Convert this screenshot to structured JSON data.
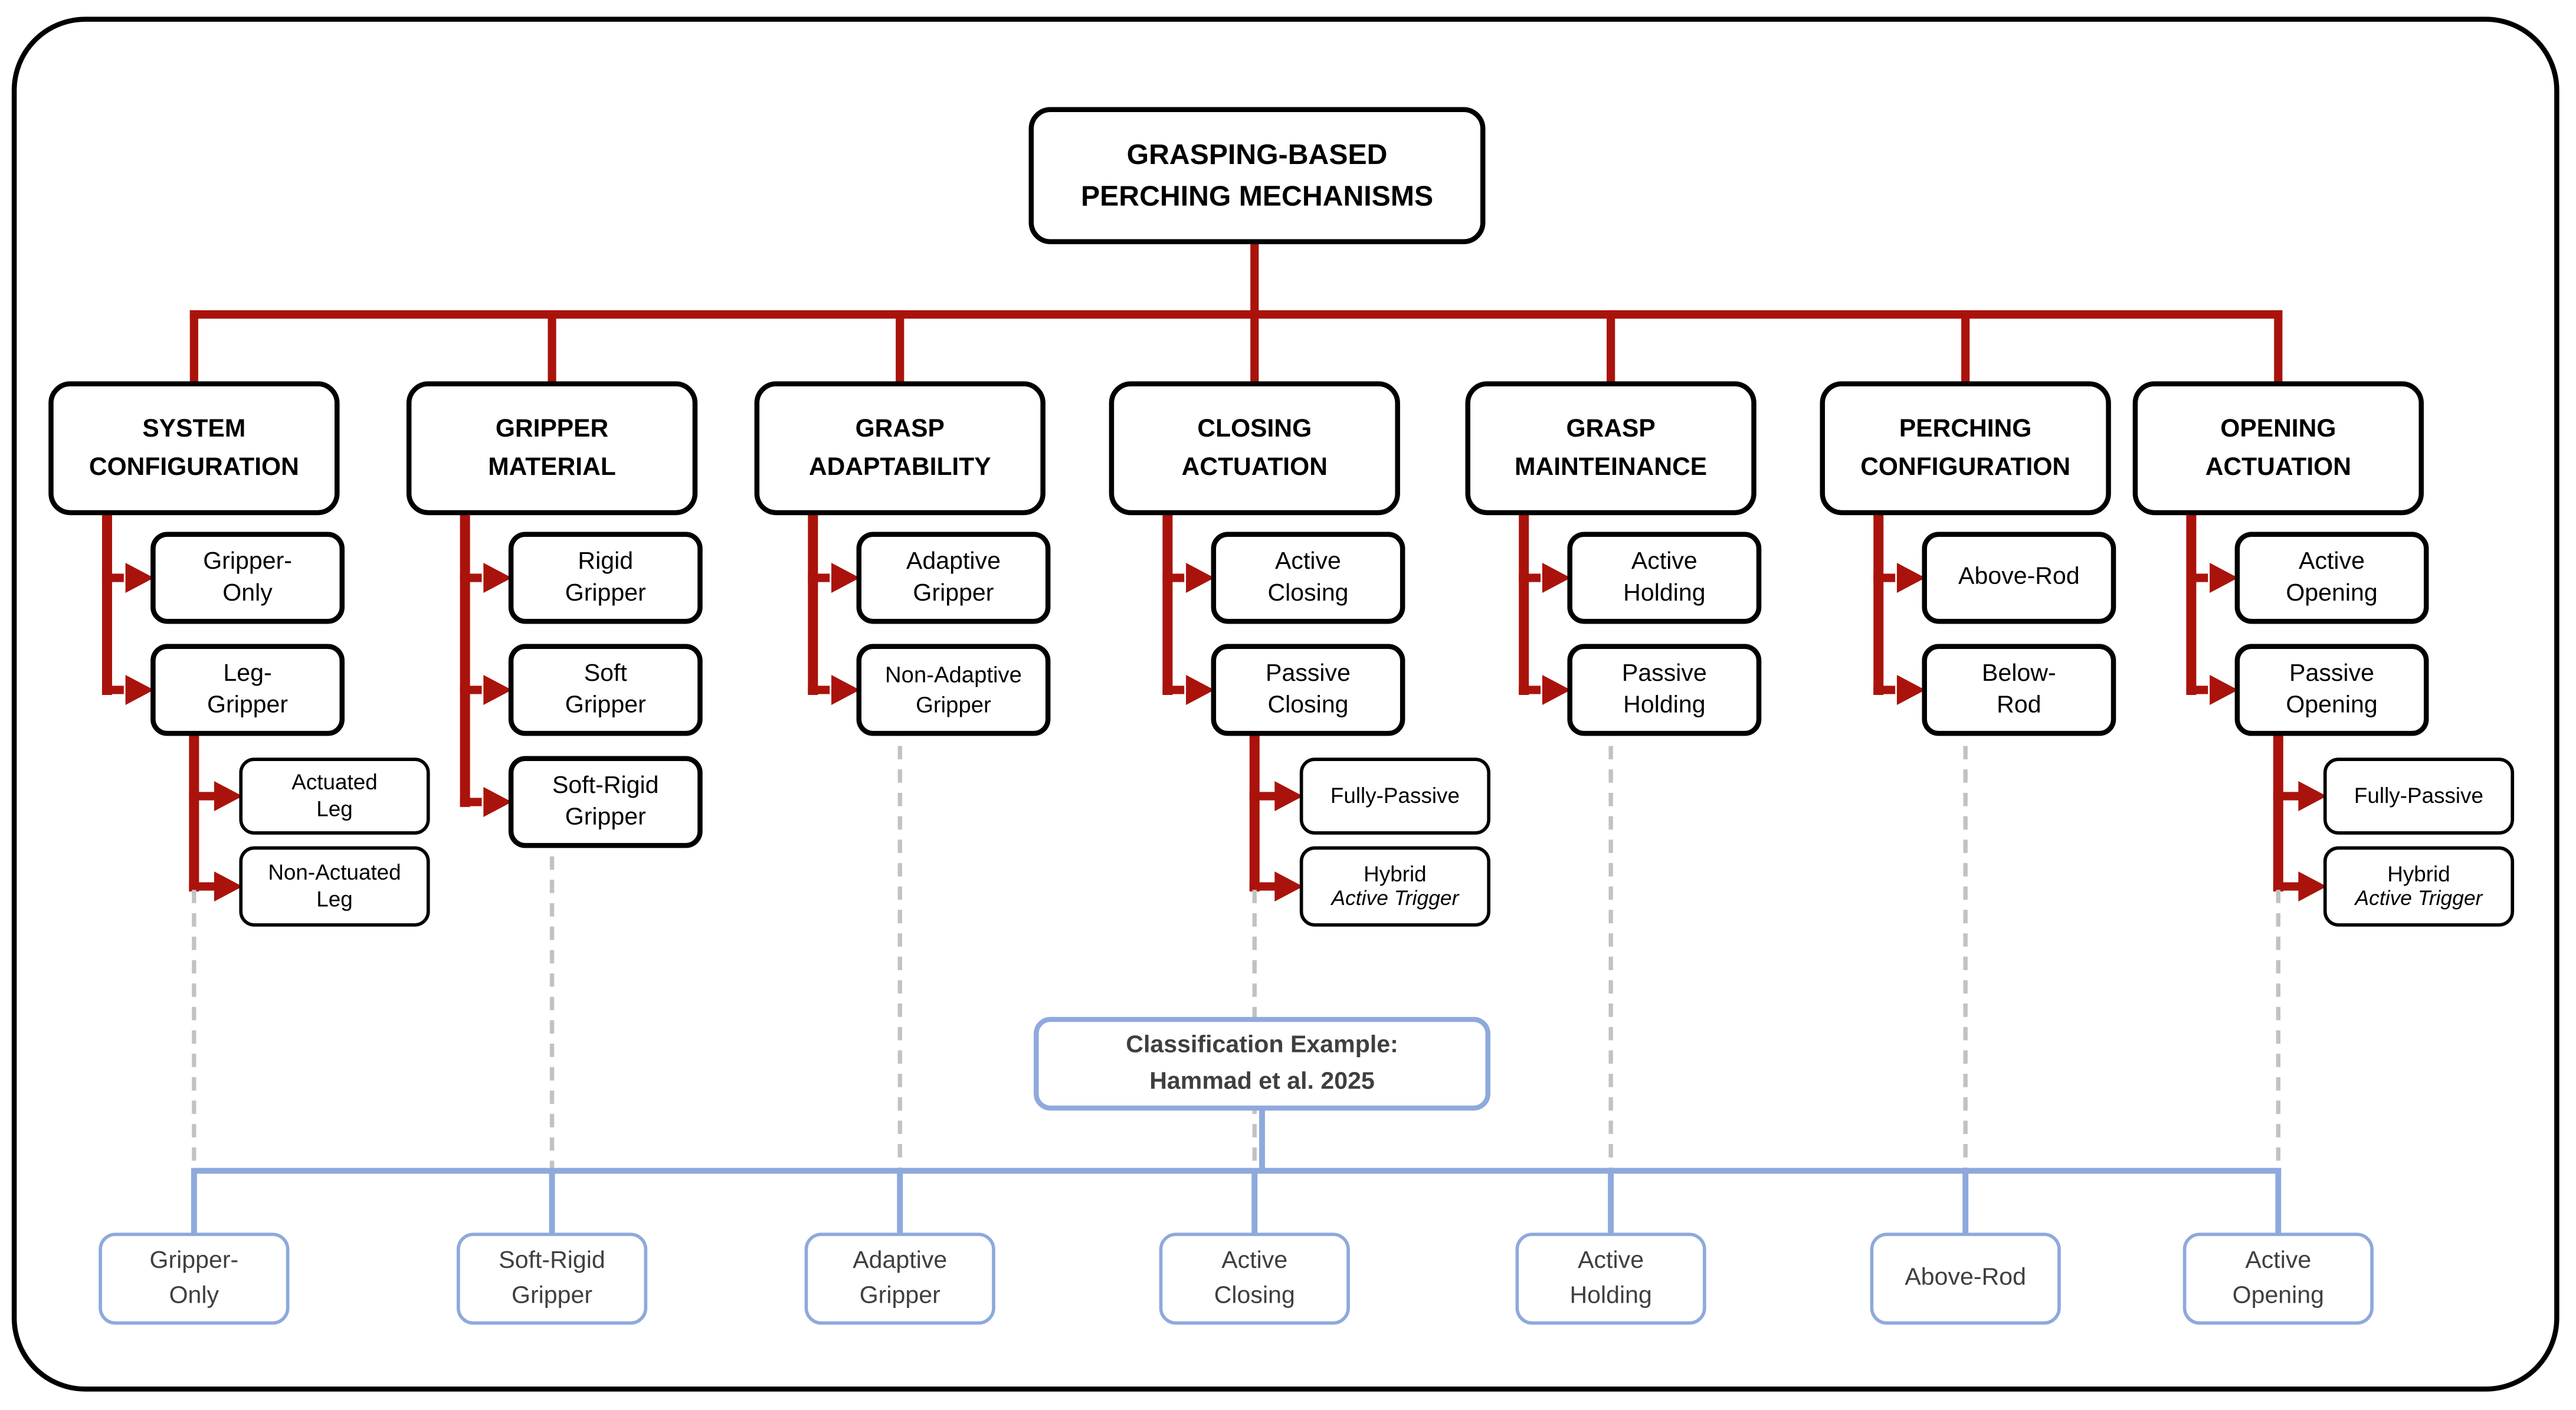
{
  "title": "GRASPING-BASED\nPERCHING MECHANISMS",
  "colors": {
    "red": "#AA130B",
    "blue": "#8EA9DB",
    "dashed": "#C2C2C2",
    "box_border": "#000000",
    "muted_text": "#3F3F3F"
  },
  "columns": [
    {
      "header": "SYSTEM\nCONFIGURATION",
      "children": [
        {
          "label": "Gripper-\nOnly"
        },
        {
          "label": "Leg-\nGripper"
        }
      ],
      "subchildren": [
        {
          "label": "Actuated\nLeg"
        },
        {
          "label": "Non-Actuated\nLeg"
        }
      ]
    },
    {
      "header": "GRIPPER\nMATERIAL",
      "children": [
        {
          "label": "Rigid\nGripper"
        },
        {
          "label": "Soft\nGripper"
        },
        {
          "label": "Soft-Rigid\nGripper"
        }
      ]
    },
    {
      "header": "GRASP\nADAPTABILITY",
      "children": [
        {
          "label": "Adaptive\nGripper"
        },
        {
          "label": "Non-Adaptive\nGripper"
        }
      ]
    },
    {
      "header": "CLOSING\nACTUATION",
      "children": [
        {
          "label": "Active\nClosing"
        },
        {
          "label": "Passive\nClosing"
        }
      ],
      "subchildren": [
        {
          "label": "Fully-Passive"
        },
        {
          "label": "Hybrid",
          "sublabel": "Active Trigger"
        }
      ]
    },
    {
      "header": "GRASP\nMAINTEINANCE",
      "children": [
        {
          "label": "Active\nHolding"
        },
        {
          "label": "Passive\nHolding"
        }
      ]
    },
    {
      "header": "PERCHING\nCONFIGURATION",
      "children": [
        {
          "label": "Above-Rod"
        },
        {
          "label": "Below-\nRod"
        }
      ]
    },
    {
      "header": "OPENING\nACTUATION",
      "children": [
        {
          "label": "Active\nOpening"
        },
        {
          "label": "Passive\nOpening"
        }
      ],
      "subchildren": [
        {
          "label": "Fully-Passive"
        },
        {
          "label": "Hybrid",
          "sublabel": "Active Trigger"
        }
      ]
    }
  ],
  "example": {
    "label": "Classification Example:\nHammad et al. 2025"
  },
  "bottom": [
    {
      "label": "Gripper-\nOnly"
    },
    {
      "label": "Soft-Rigid\nGripper"
    },
    {
      "label": "Adaptive\nGripper"
    },
    {
      "label": "Active\nClosing"
    },
    {
      "label": "Active\nHolding"
    },
    {
      "label": "Above-Rod"
    },
    {
      "label": "Active\nOpening"
    }
  ]
}
